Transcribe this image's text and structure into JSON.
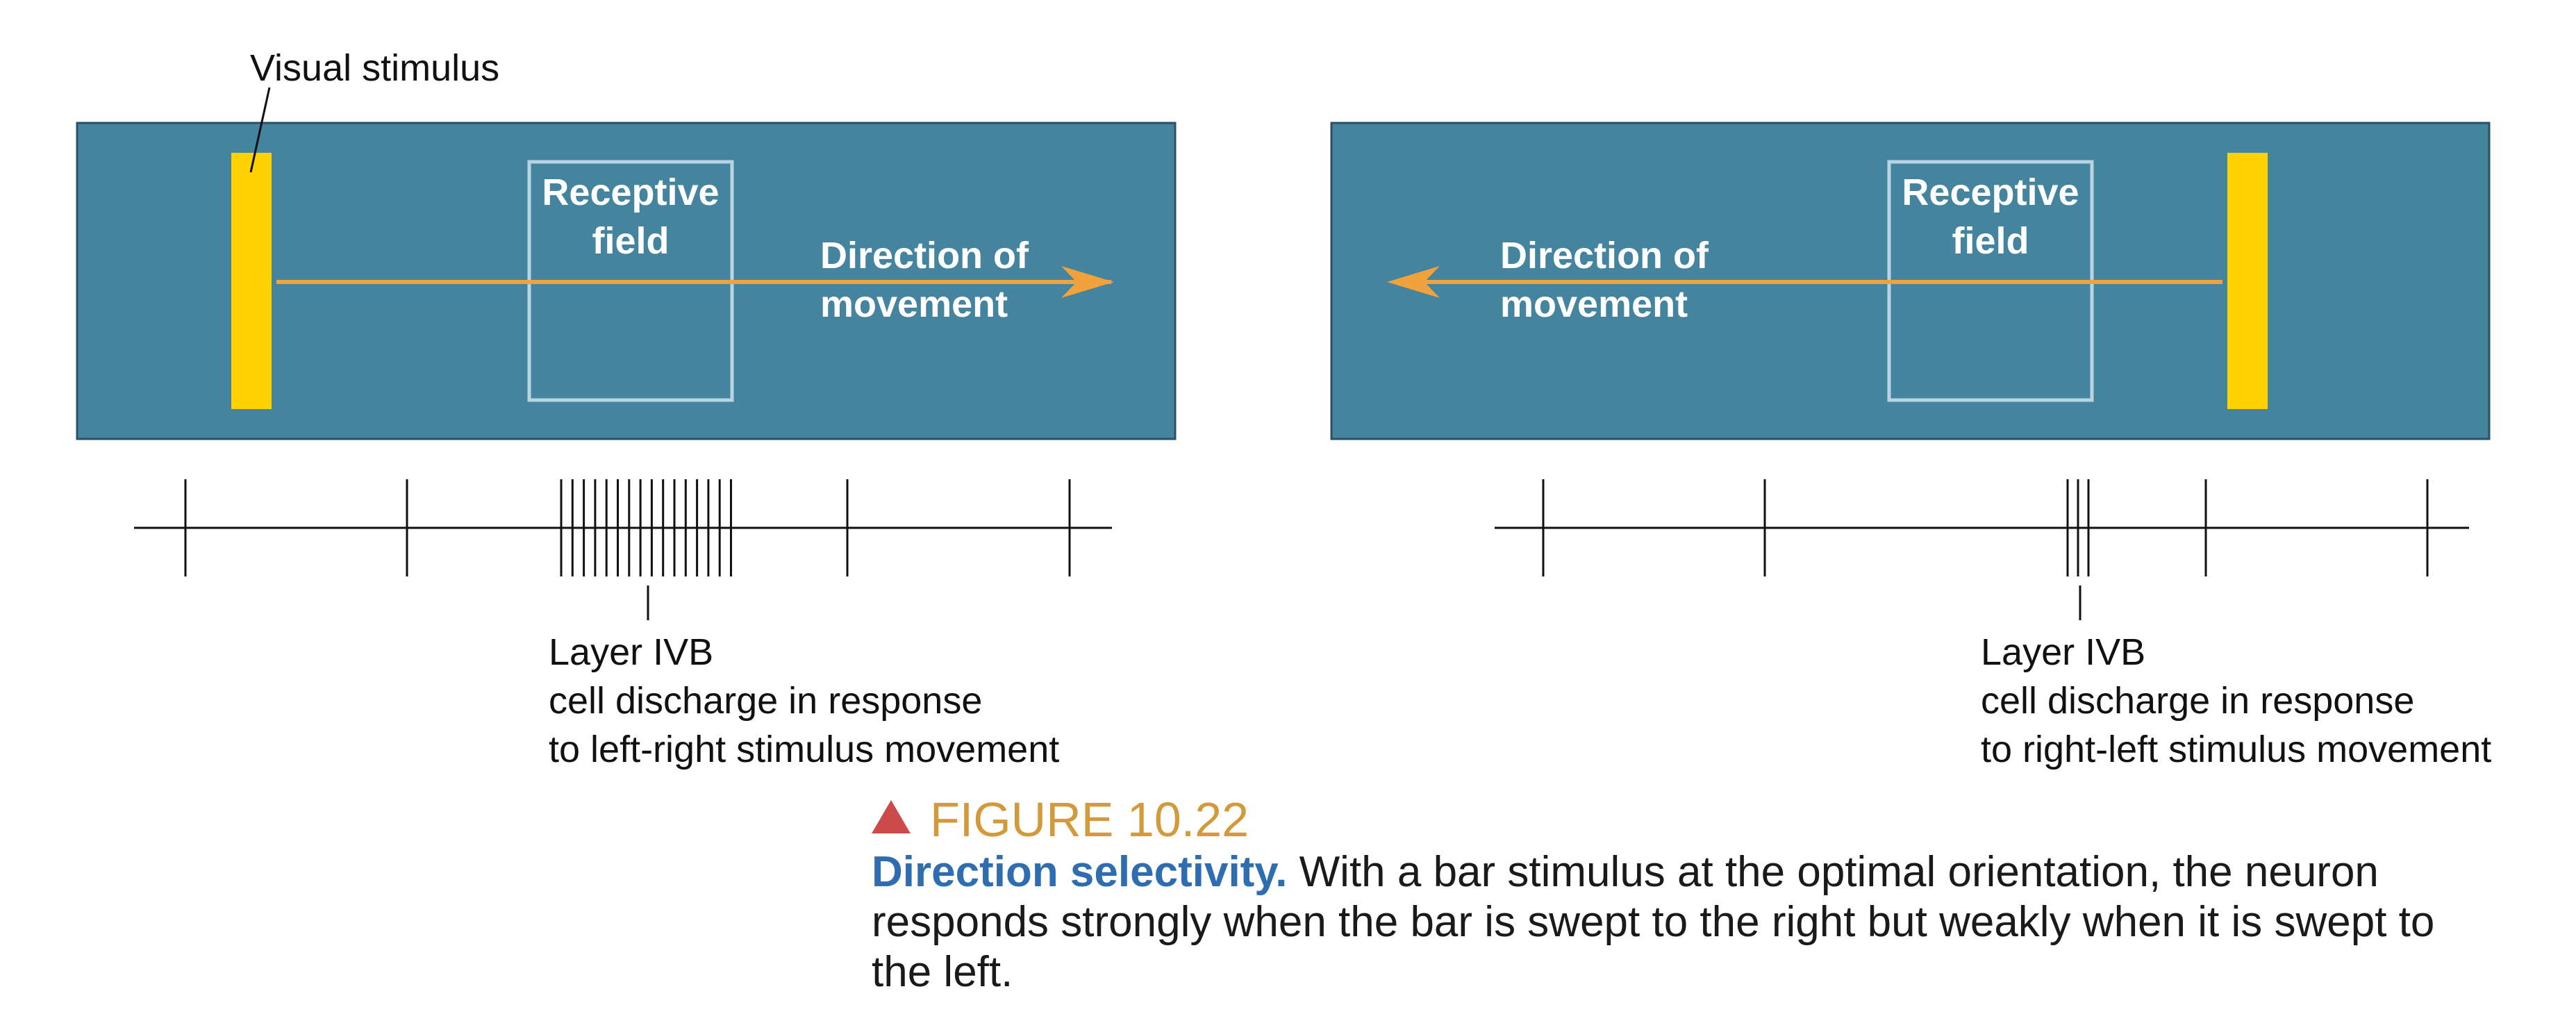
{
  "colors": {
    "panel": "#44849f",
    "panel_border": "#2b4f63",
    "stimulus": "#ffd200",
    "arrow": "#f2a23a",
    "field_box": "#b9d4e0",
    "spike": "#111111",
    "caption_title": "#2f6db1",
    "figure_number": "#d29a3a",
    "triangle": "#cc4a4a"
  },
  "left_panel": {
    "stimulus_label": "Visual stimulus",
    "receptive_field_line1": "Receptive",
    "receptive_field_line2": "field",
    "direction_line1": "Direction of",
    "direction_line2": "movement",
    "spike_label_line1": "Layer IVB",
    "spike_label_line2": "cell discharge in response",
    "spike_label_line3": "to left-right stimulus movement"
  },
  "right_panel": {
    "receptive_field_line1": "Receptive",
    "receptive_field_line2": "field",
    "direction_line1": "Direction of",
    "direction_line2": "movement",
    "spike_label_line1": "Layer IVB",
    "spike_label_line2": "cell discharge in response",
    "spike_label_line3": "to right-left stimulus movement"
  },
  "caption": {
    "figure_number": "FIGURE 10.22",
    "title": "Direction selectivity.",
    "body": " With a bar stimulus at the optimal orientation, the neuron responds strongly when the bar is swept to the right but weakly when it is swept to the left."
  }
}
